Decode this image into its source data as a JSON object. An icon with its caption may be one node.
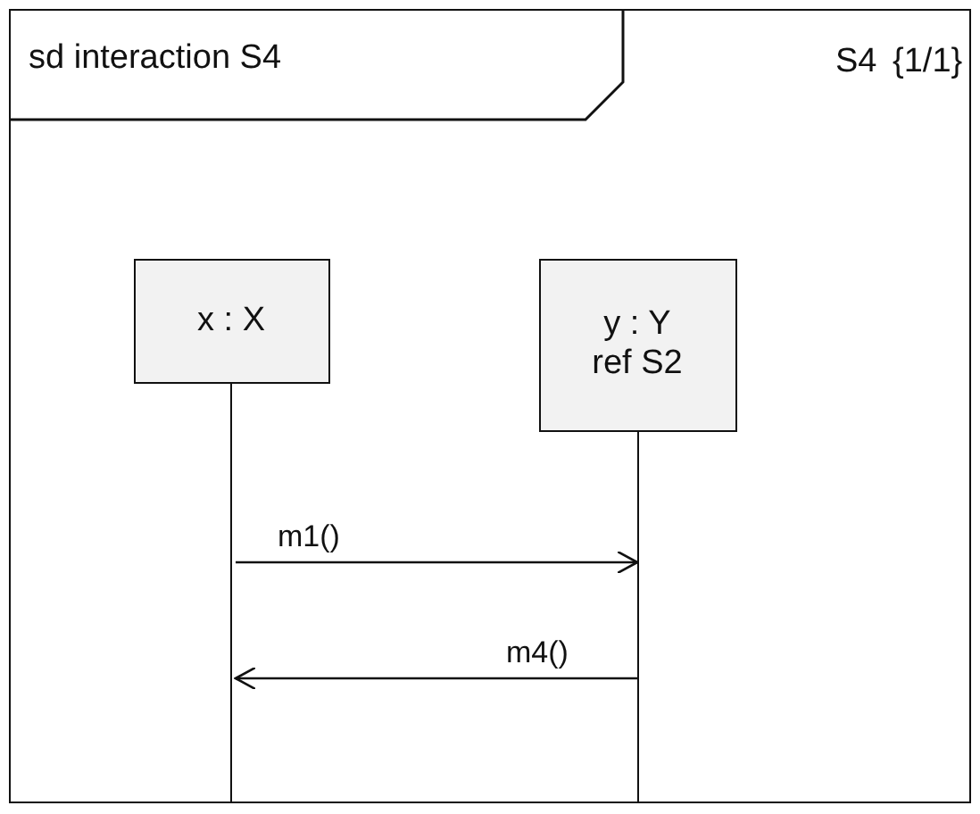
{
  "diagram": {
    "nodes": [
      {
        "text": [
          "sd interaction S4"
        ]
      },
      {
        "text": [
          "x : X"
        ],
        "in": 0
      },
      {
        "text": [
          "y : Y",
          "ref S2"
        ],
        "in": 0
      },
      {
        "text": [],
        "shape": "line",
        "in": 0
      },
      {
        "text": [],
        "shape": "line",
        "in": 0
      }
    ],
    "edges": [
      {
        "from": 3,
        "to": 4,
        "arrow": "to",
        "label": "m1()"
      },
      {
        "from": 4,
        "to": 3,
        "arrow": "to",
        "label": "m4()"
      }
    ],
    "labels": [
      "S4",
      "{1/1}"
    ]
  }
}
